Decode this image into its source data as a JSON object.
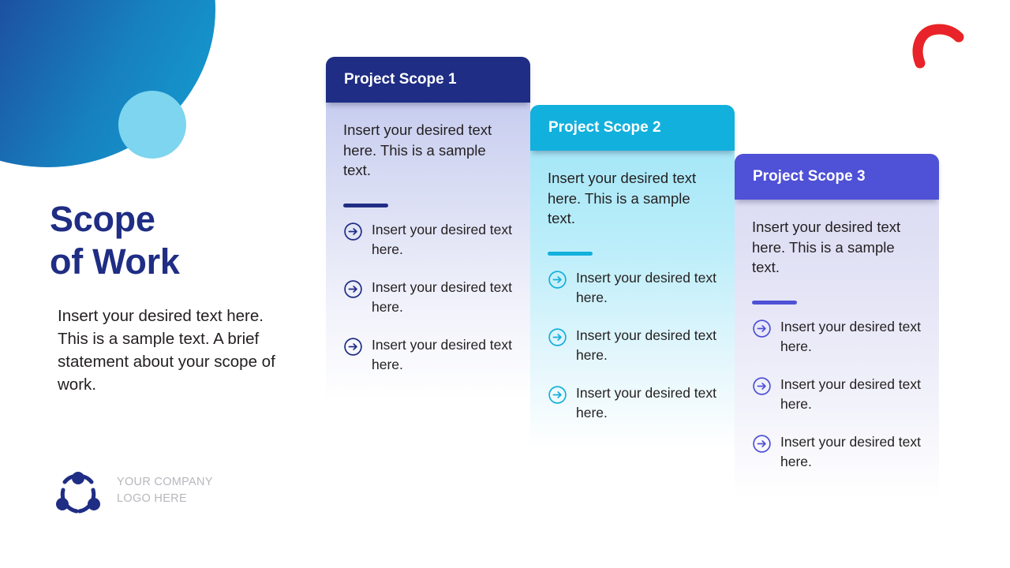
{
  "slide": {
    "title_line_1": "Scope",
    "title_line_2": "of Work",
    "lede": "Insert your desired text here. This is a sample text. A brief statement about your scope of work.",
    "footer_logo_line_1": "YOUR COMPANY",
    "footer_logo_line_2": "LOGO HERE"
  },
  "colors": {
    "navy": "#1f2d84",
    "cyan": "#12b0dd",
    "purple": "#4f51d6",
    "text": "#231f20",
    "logo_gray": "#b7b7bd",
    "brand_red": "#e8232a",
    "brand_yellow": "#fbd014",
    "blob_dark": "#1b3185",
    "blob_light": "#14a0d2",
    "blob_accent": "#7ed5ef"
  },
  "cards": [
    {
      "title": "Project Scope 1",
      "lede": "Insert your desired text here. This is a sample text.",
      "accent": "#1f2d84",
      "bullets": [
        "Insert your desired text here.",
        "Insert your desired text here.",
        "Insert your desired text here."
      ]
    },
    {
      "title": "Project Scope 2",
      "lede": "Insert your desired text here. This is a sample text.",
      "accent": "#12b0dd",
      "bullets": [
        "Insert your desired text here.",
        "Insert your desired text here.",
        "Insert your desired text here."
      ]
    },
    {
      "title": "Project Scope 3",
      "lede": "Insert your desired text here. This is a sample text.",
      "accent": "#4f51d6",
      "bullets": [
        "Insert your desired text here.",
        "Insert your desired text here.",
        "Insert your desired text here."
      ]
    }
  ]
}
